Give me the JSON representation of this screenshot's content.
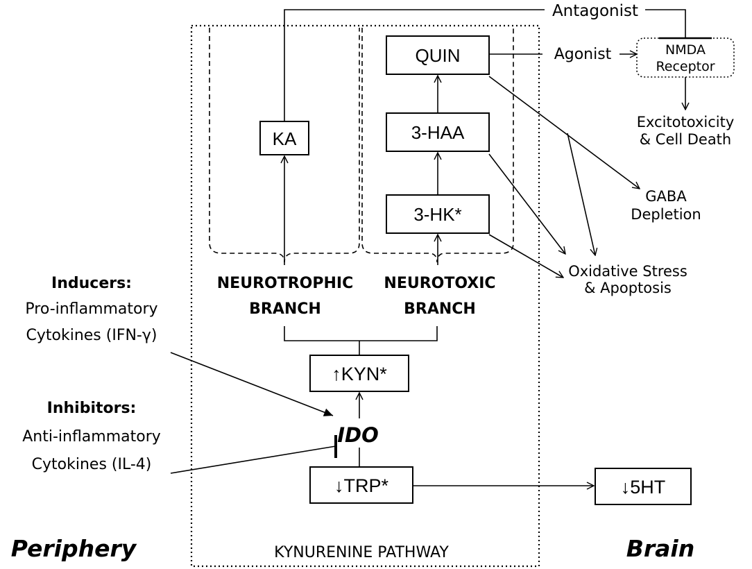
{
  "nodes": {
    "quin": "QUIN",
    "haa": "3-HAA",
    "hk": "3-HK*",
    "ka": "KA",
    "kyn": "↑KYN*",
    "trp": "↓TRP*",
    "ht5": "↓5HT",
    "ido": "IDO",
    "nmda_line1": "NMDA",
    "nmda_line2": "Receptor"
  },
  "edges": {
    "antagonist": "Antagonist",
    "agonist": "Agonist"
  },
  "effects": {
    "excito_line1": "Excitotoxicity",
    "excito_line2": "& Cell Death",
    "gaba_line1": "GABA",
    "gaba_line2": "Depletion",
    "oxid_line1": "Oxidative Stress",
    "oxid_line2": "& Apoptosis"
  },
  "branches": {
    "neurotrophic_line1": "NEUROTROPHIC",
    "neurotrophic_line2": "BRANCH",
    "neurotoxic_line1": "NEUROTOXIC",
    "neurotoxic_line2": "BRANCH"
  },
  "regulators": {
    "inducers_title": "Inducers:",
    "inducers_line1": "Pro-inflammatory",
    "inducers_line2": "Cytokines (IFN-γ)",
    "inhibitors_title": "Inhibitors:",
    "inhibitors_line1": "Anti-inflammatory",
    "inhibitors_line2": "Cytokines (IL-4)"
  },
  "regions": {
    "periphery": "Periphery",
    "brain": "Brain",
    "pathway": "KYNURENINE PATHWAY"
  }
}
